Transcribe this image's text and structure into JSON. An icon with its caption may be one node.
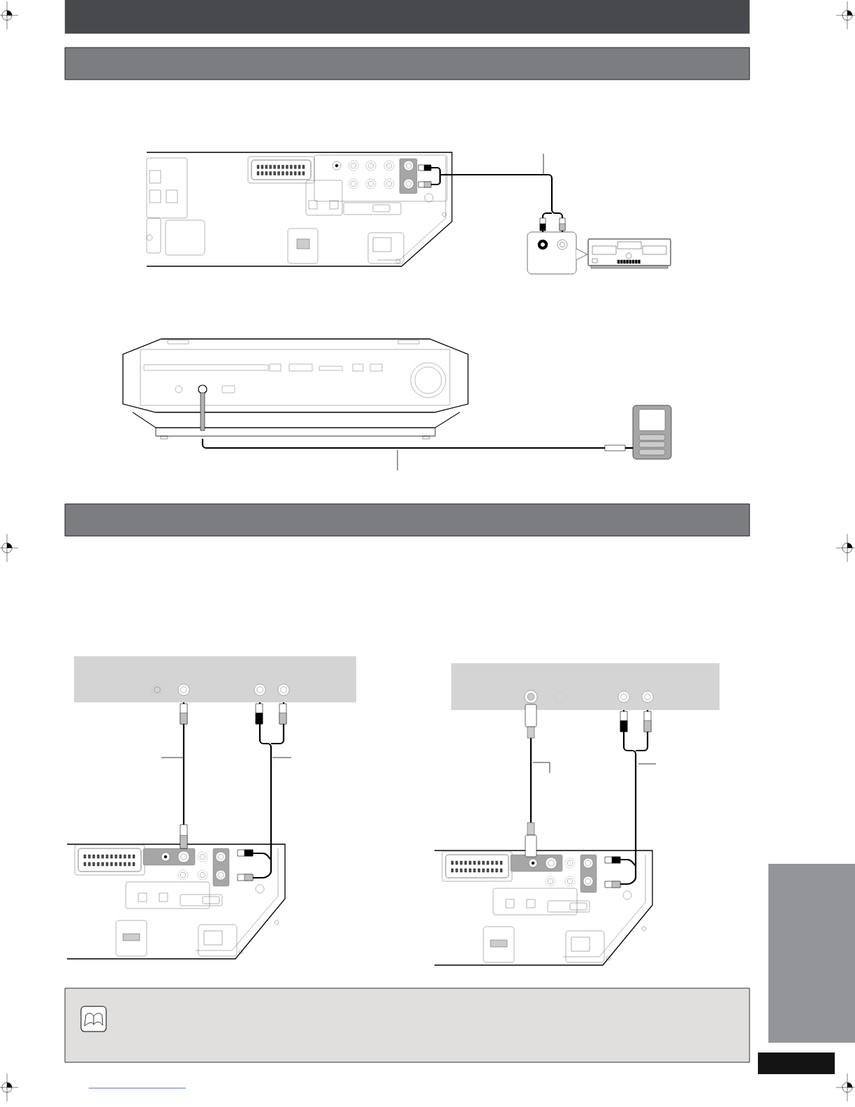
{
  "diagram": {
    "nodes": [
      {
        "text": [],
        "shape": "bar"
      },
      {
        "text": [],
        "shape": "picture"
      },
      {
        "text": [],
        "shape": "box"
      },
      {
        "text": [],
        "shape": "picture"
      },
      {
        "text": [],
        "shape": "picture"
      },
      {
        "text": [],
        "shape": "picture"
      },
      {
        "text": [],
        "shape": "bar"
      },
      {
        "text": [],
        "shape": "bar"
      },
      {
        "text": [],
        "shape": "picture"
      },
      {
        "text": [],
        "shape": "bar"
      },
      {
        "text": [],
        "shape": "picture"
      },
      {
        "text": [],
        "shape": "bar"
      }
    ],
    "edges": [
      {
        "from": 1,
        "to": 2,
        "arrow": "other"
      },
      {
        "from": 4,
        "to": 5,
        "arrow": "other"
      },
      {
        "from": 7,
        "to": 8,
        "arrow": "other"
      },
      {
        "from": 7,
        "to": 8,
        "arrow": "other"
      },
      {
        "from": 9,
        "to": 10,
        "arrow": "other"
      },
      {
        "from": 9,
        "to": 10,
        "arrow": "other"
      }
    ]
  }
}
